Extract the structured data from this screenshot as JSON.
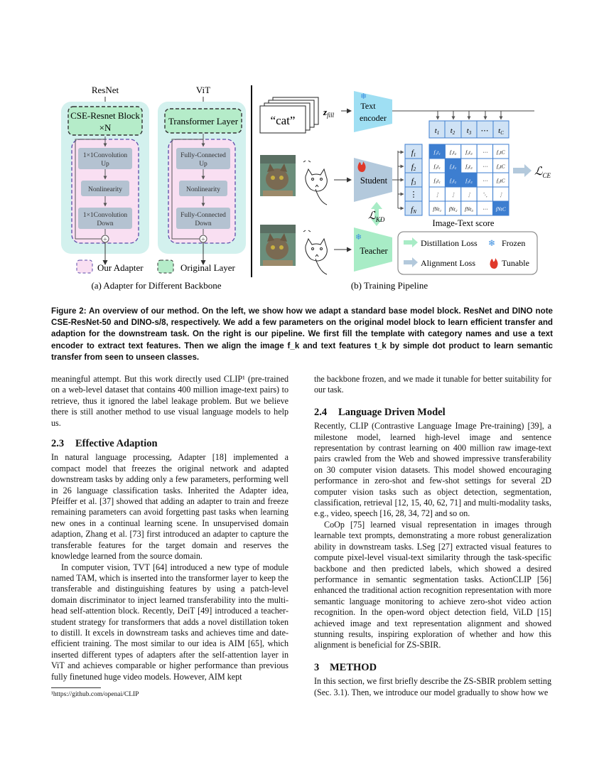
{
  "figure": {
    "left": {
      "resnet_label": "ResNet",
      "vit_label": "ViT",
      "cse_block": "CSE-Resnet Block",
      "cse_times": "×N",
      "transformer_layer": "Transformer Layer",
      "resnet_adapter": [
        "1×1Convolution",
        "Up",
        "Nonlinearity",
        "1×1Convolution",
        "Down"
      ],
      "vit_adapter": [
        "Fully-Connected",
        "Up",
        "Nonlinearity",
        "Fully-Connected",
        "Down"
      ],
      "legend_adapter": "Our Adapter",
      "legend_original": "Original Layer",
      "subcaption": "(a) Adapter for Different Backbone"
    },
    "right": {
      "cat_text": "“cat”",
      "z_fill": "z",
      "z_fill_sub": "fill",
      "text_encoder": [
        "Text",
        "encoder"
      ],
      "student": "Student",
      "teacher": "Teacher",
      "l_kd": "ℒ",
      "l_kd_sub": "KD",
      "l_ce": "ℒ",
      "l_ce_sub": "CE",
      "t_headers": [
        "t1",
        "t2",
        "t3",
        "⋯",
        "tC"
      ],
      "f_labels": [
        "f1",
        "f2",
        "f3",
        "⋮",
        "fN"
      ],
      "matrix": [
        [
          "f₁t₁",
          "f₁t₂",
          "f₁t₃",
          "⋯",
          "f₁t_C"
        ],
        [
          "f₂t₁",
          "f₂t₂",
          "f₂t₃",
          "⋯",
          "f₂t_C"
        ],
        [
          "f₃t₁",
          "f₃t₂",
          "f₃t₃",
          "⋯",
          "f₃t_C"
        ],
        [
          "⋮",
          "⋮",
          "⋮",
          "⋱",
          "⋮"
        ],
        [
          "f_N t₁",
          "f_N t₂",
          "f_N t₃",
          "⋯",
          "f_N t_C"
        ]
      ],
      "matrix_label": "Image-Text score",
      "legend": {
        "distillation": "Distillation Loss",
        "alignment": "Alignment Loss",
        "frozen": "Frozen",
        "tunable": "Tunable"
      },
      "subcaption": "(b) Training Pipeline"
    }
  },
  "caption": "Figure 2: An overview of our method. On the left, we show how we adapt a standard base model block. ResNet and DINO note CSE-ResNet-50 and DINO-s/8, respectively. We add a few parameters on the original model block to learn efficient transfer and adaption for the downstream task. On the right is our pipeline. We first fill the template with category names and use a text encoder to extract text features. Then we align the image f_k and text features t_k by simple dot product to learn semantic transfer from seen to unseen classes.",
  "left_col": {
    "p0": "meaningful attempt. But this work directly used CLIP¹ (pre-trained on a web-level dataset that contains 400 million image-text pairs) to retrieve, thus it ignored the label leakage problem. But we believe there is still another method to use visual language models to help us.",
    "s23_num": "2.3",
    "s23_title": "Effective Adaption",
    "p1": "In natural language processing, Adapter [18] implemented a compact model that freezes the original network and adapted downstream tasks by adding only a few parameters, performing well in 26 language classification tasks. Inherited the Adapter idea, Pfeiffer et al. [37] showed that adding an adapter to train and freeze remaining parameters can avoid forgetting past tasks when learning new ones in a continual learning scene. In unsupervised domain adaption, Zhang et al. [73] first introduced an adapter to capture the transferable features for the target domain and reserves the knowledge learned from the source domain.",
    "p2": "In computer vision, TVT [64] introduced a new type of module named TAM, which is inserted into the transformer layer to keep the transferable and distinguishing features by using a patch-level domain discriminator to inject learned transferability into the multi-head self-attention block. Recently, DeiT [49] introduced a teacher-student strategy for transformers that adds a novel distillation token to distill. It excels in downstream tasks and achieves time and date-efficient training. The most similar to our idea is AIM [65], which inserted different types of adapters after the self-attention layer in ViT and achieves comparable or higher performance than previous fully finetuned huge video models. However, AIM kept",
    "footnote": "¹https://github.com/openai/CLIP"
  },
  "right_col": {
    "p0": "the backbone frozen, and we made it tunable for better suitability for our task.",
    "s24_num": "2.4",
    "s24_title": "Language Driven Model",
    "p1": "Recently, CLIP (Contrastive Language Image Pre-training) [39], a milestone model, learned high-level image and sentence representation by contrast learning on 400 million raw image-text pairs crawled from the Web and showed impressive transferability on 30 computer vision datasets. This model showed encouraging performance in zero-shot and few-shot settings for several 2D computer vision tasks such as object detection, segmentation, classification, retrieval [12, 15, 40, 62, 71] and multi-modality tasks, e.g., video, speech [16, 28, 34, 72] and so on.",
    "p2": "CoOp [75] learned visual representation in images through learnable text prompts, demonstrating a more robust generalization ability in downstream tasks. LSeg [27] extracted visual features to compute pixel-level visual-text similarity through the task-specific backbone and then predicted labels, which showed a desired performance in semantic segmentation tasks. ActionCLIP [56] enhanced the traditional action recognition representation with more semantic language monitoring to achieve zero-shot video action recognition. In the open-word object detection field, ViLD [15] achieved image and text representation alignment and showed stunning results, inspiring exploration of whether and how this alignment is beneficial for ZS-SBIR.",
    "s3_num": "3",
    "s3_title": "METHOD",
    "p3": "In this section, we first briefly describe the ZS-SBIR problem setting (Sec. 3.1). Then, we introduce our model gradually to show how we"
  },
  "colors": {
    "mint": "#d3f1ee",
    "pink": "#f9dff2",
    "green_block": "#b5ecc9",
    "gray_block": "#b4c2d1",
    "text_encoder": "#9fdff3",
    "student": "#b3c9dc",
    "teacher": "#a8ecc6",
    "cell_blue": "#3d7ed0",
    "cell_light": "#cfe2f5"
  },
  "icons": [
    "snowflake-icon",
    "flame-icon",
    "cat-photo",
    "cat-sketch"
  ]
}
